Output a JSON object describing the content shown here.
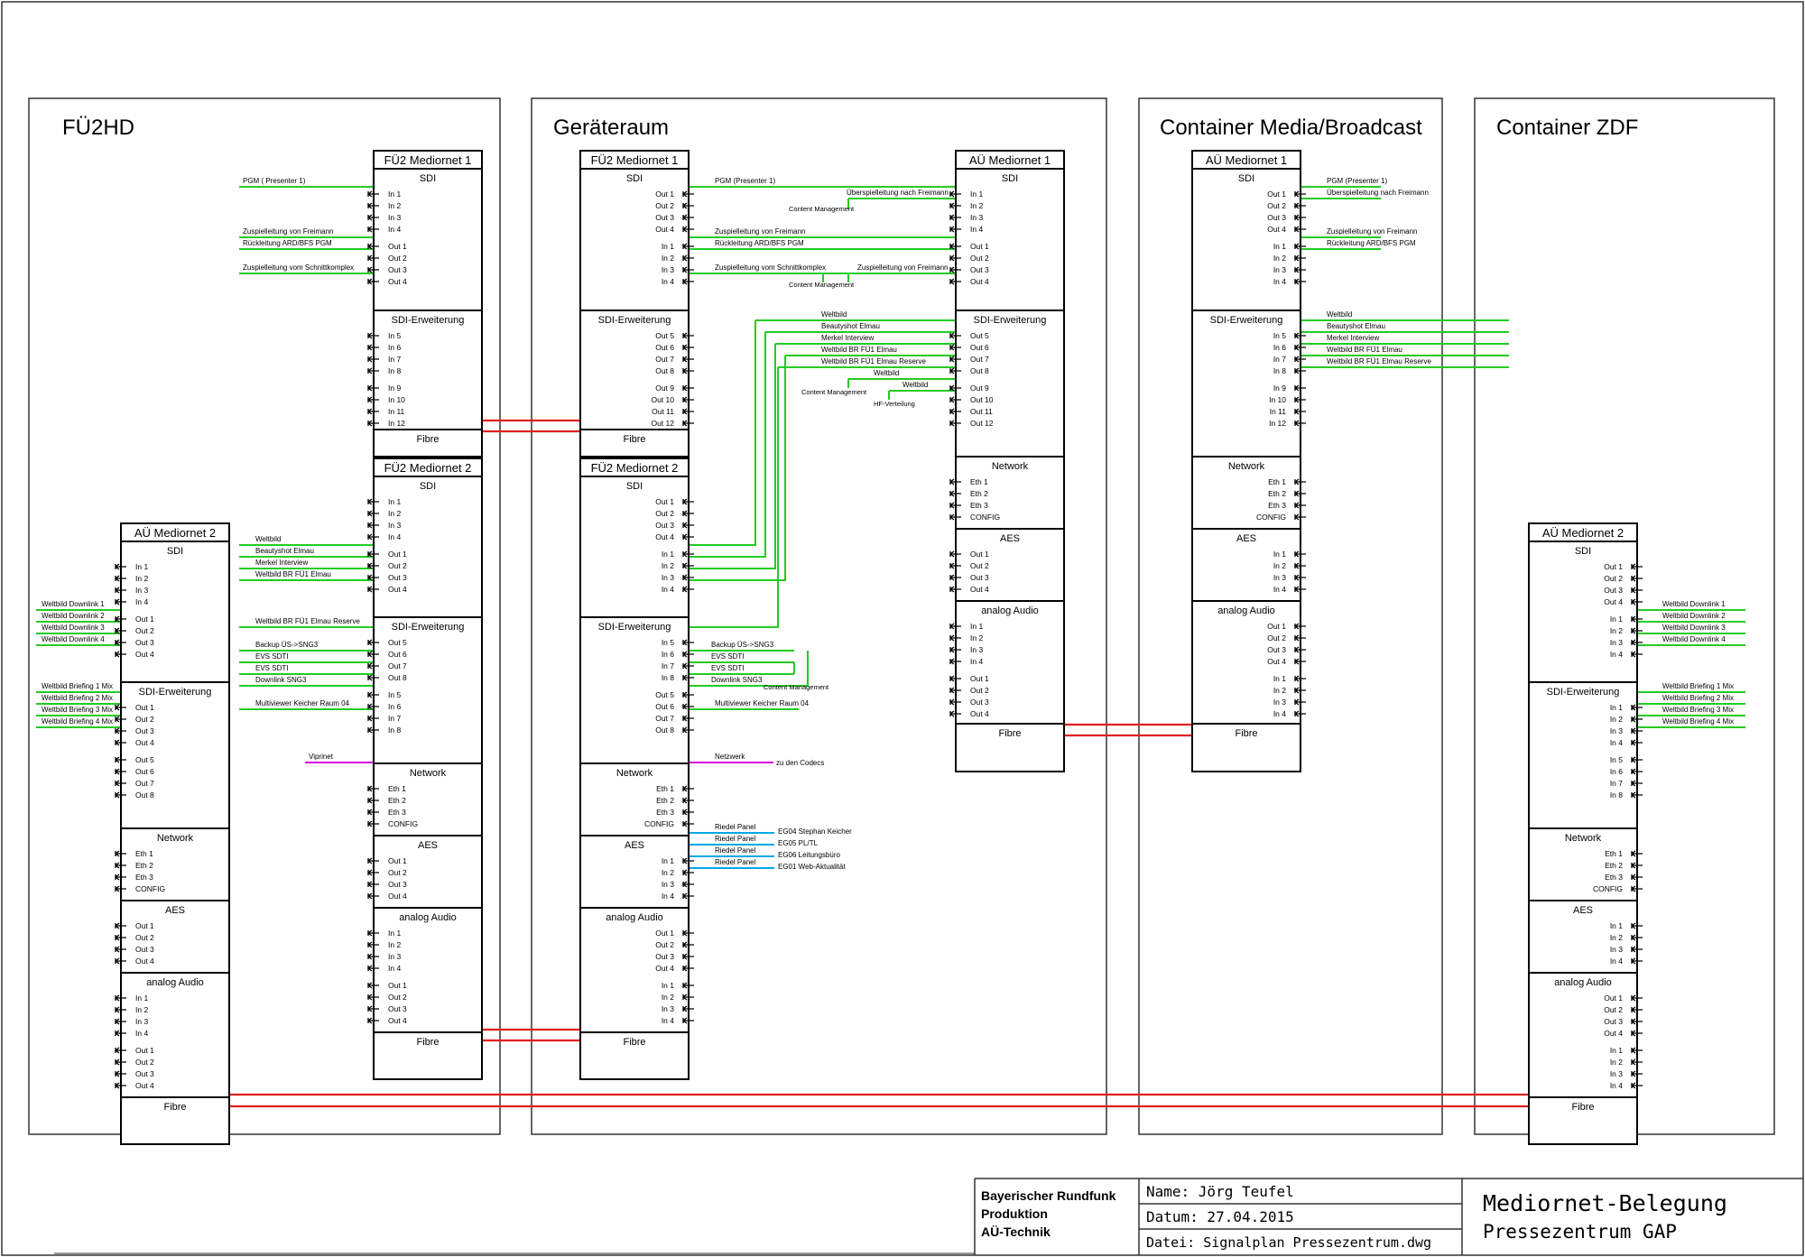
{
  "zones": [
    {
      "id": "fu2hd",
      "title": "FÜ2HD"
    },
    {
      "id": "geraet",
      "title": "Geräteraum"
    },
    {
      "id": "container-mb",
      "title": "Container Media/Broadcast"
    },
    {
      "id": "container-zdf",
      "title": "Container ZDF"
    }
  ],
  "section_titles": {
    "sdi": "SDI",
    "sdi_ext": "SDI-Erweiterung",
    "network": "Network",
    "aes": "AES",
    "analog": "analog Audio",
    "fibre": "Fibre"
  },
  "devices": [
    {
      "id": "fu2hd-m1",
      "title": "FÜ2 Mediornet 1",
      "ports": {
        "sdi": [
          "In 1",
          "In 2",
          "In 3",
          "In 4",
          "Out 1",
          "Out 2",
          "Out 3",
          "Out 4"
        ],
        "sdi_ext": [
          "In 5",
          "In 6",
          "In 7",
          "In 8",
          "In 9",
          "In 10",
          "In 11",
          "In 12"
        ]
      }
    },
    {
      "id": "fu2hd-m2",
      "title": "FÜ2 Mediornet 2",
      "ports": {
        "sdi": [
          "In 1",
          "In 2",
          "In 3",
          "In 4",
          "Out 1",
          "Out 2",
          "Out 3",
          "Out 4"
        ],
        "sdi_ext": [
          "Out 5",
          "Out 6",
          "Out 7",
          "Out 8",
          "In 5",
          "In 6",
          "In 7",
          "In 8"
        ],
        "network": [
          "Eth 1",
          "Eth 2",
          "Eth 3",
          "CONFIG"
        ],
        "aes": [
          "Out 1",
          "Out 2",
          "Out 3",
          "Out 4"
        ],
        "analog": [
          "In 1",
          "In 2",
          "In 3",
          "In 4",
          "Out 1",
          "Out 2",
          "Out 3",
          "Out 4"
        ]
      }
    },
    {
      "id": "fu2hd-au2",
      "title": "AÜ Mediornet 2",
      "ports": {
        "sdi": [
          "In 1",
          "In 2",
          "In 3",
          "In 4",
          "Out 1",
          "Out 2",
          "Out 3",
          "Out 4"
        ],
        "sdi_ext": [
          "Out 1",
          "Out 2",
          "Out 3",
          "Out 4",
          "Out 5",
          "Out 6",
          "Out 7",
          "Out 8"
        ],
        "network": [
          "Eth 1",
          "Eth 2",
          "Eth 3",
          "CONFIG"
        ],
        "aes": [
          "Out 1",
          "Out 2",
          "Out 3",
          "Out 4"
        ],
        "analog": [
          "In 1",
          "In 2",
          "In 3",
          "In 4",
          "Out 1",
          "Out 2",
          "Out 3",
          "Out 4"
        ]
      }
    },
    {
      "id": "gr-m1",
      "title": "FÜ2 Mediornet 1",
      "ports": {
        "sdi": [
          "Out 1",
          "Out 2",
          "Out 3",
          "Out 4",
          "In 1",
          "In 2",
          "In 3",
          "In 4"
        ],
        "sdi_ext": [
          "Out 5",
          "Out 6",
          "Out 7",
          "Out 8",
          "Out 9",
          "Out 10",
          "Out 11",
          "Out 12"
        ]
      }
    },
    {
      "id": "gr-m2",
      "title": "FÜ2 Mediornet 2",
      "ports": {
        "sdi": [
          "Out 1",
          "Out 2",
          "Out 3",
          "Out 4",
          "In 1",
          "In 2",
          "In 3",
          "In 4"
        ],
        "sdi_ext": [
          "In 5",
          "In 6",
          "In 7",
          "In 8",
          "Out 5",
          "Out 6",
          "Out 7",
          "Out 8"
        ],
        "network": [
          "Eth 1",
          "Eth 2",
          "Eth 3",
          "CONFIG"
        ],
        "aes": [
          "In 1",
          "In 2",
          "In 3",
          "In 4"
        ],
        "analog": [
          "Out 1",
          "Out 2",
          "Out 3",
          "Out 4",
          "In 1",
          "In 2",
          "In 3",
          "In 4"
        ]
      }
    },
    {
      "id": "gr-au1",
      "title": "AÜ Mediornet 1",
      "ports": {
        "sdi": [
          "In 1",
          "In 2",
          "In 3",
          "In 4",
          "Out 1",
          "Out 2",
          "Out 3",
          "Out 4"
        ],
        "sdi_ext": [
          "Out 5",
          "Out 6",
          "Out 7",
          "Out 8",
          "Out 9",
          "Out 10",
          "Out 11",
          "Out 12"
        ],
        "network": [
          "Eth 1",
          "Eth 2",
          "Eth 3",
          "CONFIG"
        ],
        "aes": [
          "Out 1",
          "Out 2",
          "Out 3",
          "Out 4"
        ],
        "analog": [
          "In 1",
          "In 2",
          "In 3",
          "In 4",
          "Out 1",
          "Out 2",
          "Out 3",
          "Out 4"
        ]
      }
    },
    {
      "id": "mb-au1",
      "title": "AÜ Mediornet 1",
      "ports": {
        "sdi": [
          "Out 1",
          "Out 2",
          "Out 3",
          "Out 4",
          "In 1",
          "In 2",
          "In 3",
          "In 4"
        ],
        "sdi_ext": [
          "In 5",
          "In 6",
          "In 7",
          "In 8",
          "In 9",
          "In 10",
          "In 11",
          "In 12"
        ],
        "network": [
          "Eth 1",
          "Eth 2",
          "Eth 3",
          "CONFIG"
        ],
        "aes": [
          "In 1",
          "In 2",
          "In 3",
          "In 4"
        ],
        "analog": [
          "Out 1",
          "Out 2",
          "Out 3",
          "Out 4",
          "In 1",
          "In 2",
          "In 3",
          "In 4"
        ]
      }
    },
    {
      "id": "zdf-au2",
      "title": "AÜ Mediornet 2",
      "ports": {
        "sdi": [
          "Out 1",
          "Out 2",
          "Out 3",
          "Out 4",
          "In 1",
          "In 2",
          "In 3",
          "In 4"
        ],
        "sdi_ext": [
          "In 1",
          "In 2",
          "In 3",
          "In 4",
          "In 5",
          "In 6",
          "In 7",
          "In 8"
        ],
        "network": [
          "Eth 1",
          "Eth 2",
          "Eth 3",
          "CONFIG"
        ],
        "aes": [
          "In 1",
          "In 2",
          "In 3",
          "In 4"
        ],
        "analog": [
          "Out 1",
          "Out 2",
          "Out 3",
          "Out 4",
          "In 1",
          "In 2",
          "In 3",
          "In 4"
        ]
      }
    }
  ],
  "signals": {
    "fu2hd_m1_sdi": [
      "PGM  ( Presenter 1)",
      "Zuspielleitung von Freimann",
      "Rückleitung ARD/BFS PGM",
      "Zuspielleitung vom Schnittkomplex"
    ],
    "fu2hd_m2_sdi": [
      "Weltbild",
      "Beautyshot Elmau",
      "Merkel Interview",
      "Weltbild BR FÜ1 Elmau"
    ],
    "fu2hd_m2_ext": [
      "Weltbild BR FÜ1 Elmau Reserve",
      "Backup ÜS->SNG3",
      "EVS SDTI",
      "EVS SDTI",
      "Downlink SNG3",
      "Multiviewer Keicher Raum 04"
    ],
    "fu2hd_m2_net": "Viprinet",
    "fu2hd_au2_sdi": [
      "Weltbild Downlink 1",
      "Weltbild Downlink 2",
      "Weltbild Downlink 3",
      "Weltbild Downlink 4"
    ],
    "fu2hd_au2_ext": [
      "Weltbild Briefing 1 Mix",
      "Weltbild Briefing 2 Mix",
      "Weltbild Briefing 3 Mix",
      "Weltbild Briefing 4 Mix"
    ],
    "gr_m1_sdi": [
      "PGM  (Presenter 1)",
      "Zuspielleitung von Freimann",
      "Rückleitung ARD/BFS PGM",
      "Zuspielleitung vom Schnittkomplex"
    ],
    "gr_au1_sdi": [
      "Überspielleitung nach Freimann",
      "Zuspielleitung von Freimann"
    ],
    "content_mgmt": "Content Management",
    "hf_verteilung": "HF-Verteilung",
    "gr_au1_ext": [
      "Weltbild",
      "Beautyshot Elmau",
      "Merkel Interview",
      "Weltbild BR FÜ1 Elmau",
      "Weltbild BR FÜ1 Elmau Reserve",
      "Weltbild",
      "Weltbild"
    ],
    "gr_m2_ext": [
      "Backup ÜS->SNG3",
      "EVS SDTI",
      "EVS SDTI",
      "Downlink SNG3",
      "Multiviewer Keicher Raum 04"
    ],
    "gr_m2_net": [
      "Netzwerk",
      "zu den Codecs"
    ],
    "gr_m2_aes": [
      "Riedel Panel",
      "Riedel Panel",
      "Riedel Panel",
      "Riedel Panel"
    ],
    "gr_m2_aes_dest": [
      "EG04 Stephan Keicher",
      "EG05 PL/TL",
      "EG06 Leitungsbüro",
      "EG01 Web-Aktualität"
    ],
    "mb_sdi": [
      "PGM  (Presenter 1)",
      "Überspielleitung nach Freimann",
      "Zuspielleitung von Freimann",
      "Rückleitung ARD/BFS PGM"
    ],
    "mb_ext": [
      "Weltbild",
      "Beautyshot Elmau",
      "Merkel Interview",
      "Weltbild BR FÜ1 Elmau",
      "Weltbild BR FÜ1 Elmau Reserve"
    ],
    "zdf_sdi": [
      "Weltbild Downlink 1",
      "Weltbild Downlink 2",
      "Weltbild Downlink 3",
      "Weltbild Downlink 4"
    ],
    "zdf_ext": [
      "Weltbild Briefing 1 Mix",
      "Weltbild Briefing 2 Mix",
      "Weltbild Briefing 3 Mix",
      "Weltbild Briefing 4 Mix"
    ]
  },
  "title_block": {
    "org_lines": [
      "Bayerischer Rundfunk",
      "Produktion",
      "AÜ-Technik"
    ],
    "name": "Name: Jörg Teufel",
    "date": "Datum: 27.04.2015",
    "file": "Datei: Signalplan Pressezentrum.dwg",
    "title1": "Mediornet-Belegung",
    "title2": "Pressezentrum GAP"
  },
  "colors": {
    "green": "#22cc22",
    "red": "#e02020",
    "magenta": "#dd00dd",
    "cyan": "#00a8e8"
  }
}
